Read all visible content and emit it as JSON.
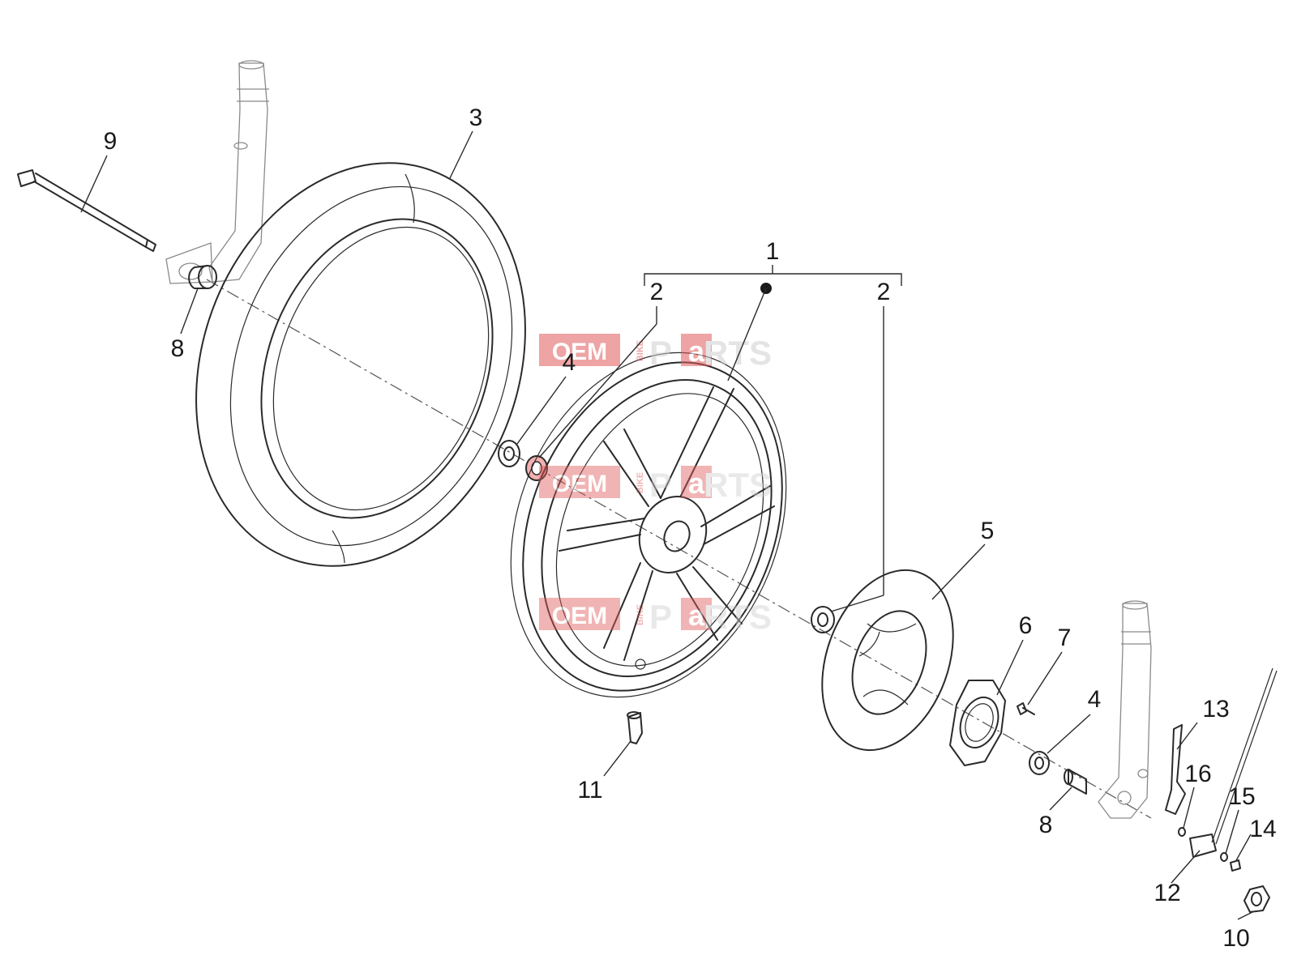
{
  "diagram": {
    "callouts": [
      {
        "id": "1",
        "text": "1"
      },
      {
        "id": "2a",
        "text": "2"
      },
      {
        "id": "2b",
        "text": "2"
      },
      {
        "id": "3",
        "text": "3"
      },
      {
        "id": "4a",
        "text": "4"
      },
      {
        "id": "4b",
        "text": "4"
      },
      {
        "id": "5",
        "text": "5"
      },
      {
        "id": "6",
        "text": "6"
      },
      {
        "id": "7",
        "text": "7"
      },
      {
        "id": "8a",
        "text": "8"
      },
      {
        "id": "8b",
        "text": "8"
      },
      {
        "id": "9",
        "text": "9"
      },
      {
        "id": "10",
        "text": "10"
      },
      {
        "id": "11",
        "text": "11"
      },
      {
        "id": "12",
        "text": "12"
      },
      {
        "id": "13",
        "text": "13"
      },
      {
        "id": "14",
        "text": "14"
      },
      {
        "id": "15",
        "text": "15"
      },
      {
        "id": "16",
        "text": "16"
      }
    ],
    "watermark": {
      "part1": "OEM",
      "part2": "BIKE",
      "part3": "P",
      "part4": "a",
      "part5": "RTS",
      "color": "#e15a5a"
    },
    "colors": {
      "line": "#2a2a2a",
      "ghost": "#8a8a8a",
      "seal": "#e15a5a"
    }
  }
}
